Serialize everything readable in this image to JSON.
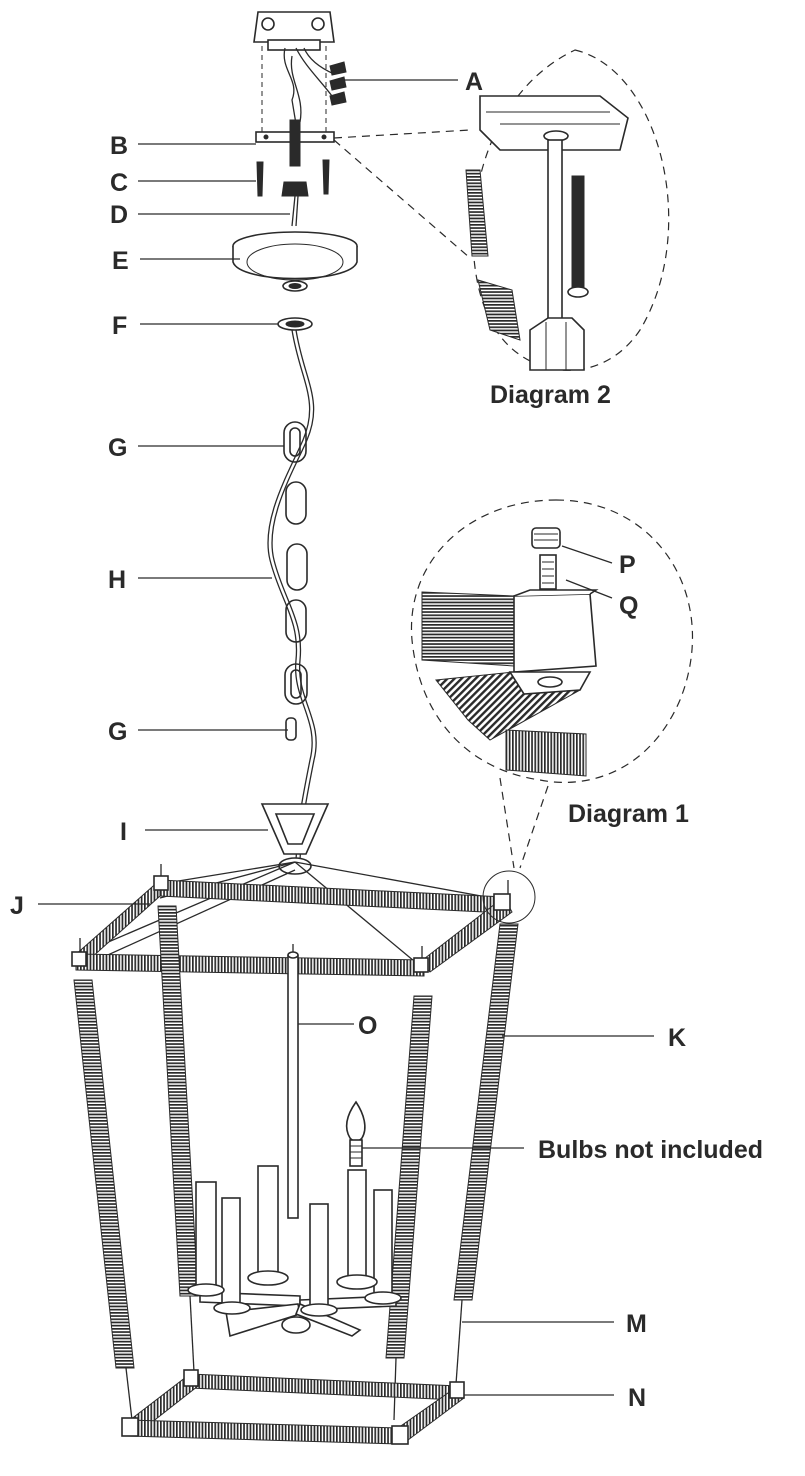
{
  "labels": {
    "A": "A",
    "B": "B",
    "C": "C",
    "D": "D",
    "E": "E",
    "F": "F",
    "G_top": "G",
    "H": "H",
    "G_bottom": "G",
    "I": "I",
    "J": "J",
    "K": "K",
    "O": "O",
    "M": "M",
    "N": "N",
    "P": "P",
    "Q": "Q"
  },
  "notes": {
    "bulbs": "Bulbs not included"
  },
  "diagrams": {
    "diagram2": "Diagram 2",
    "diagram1": "Diagram 1"
  }
}
